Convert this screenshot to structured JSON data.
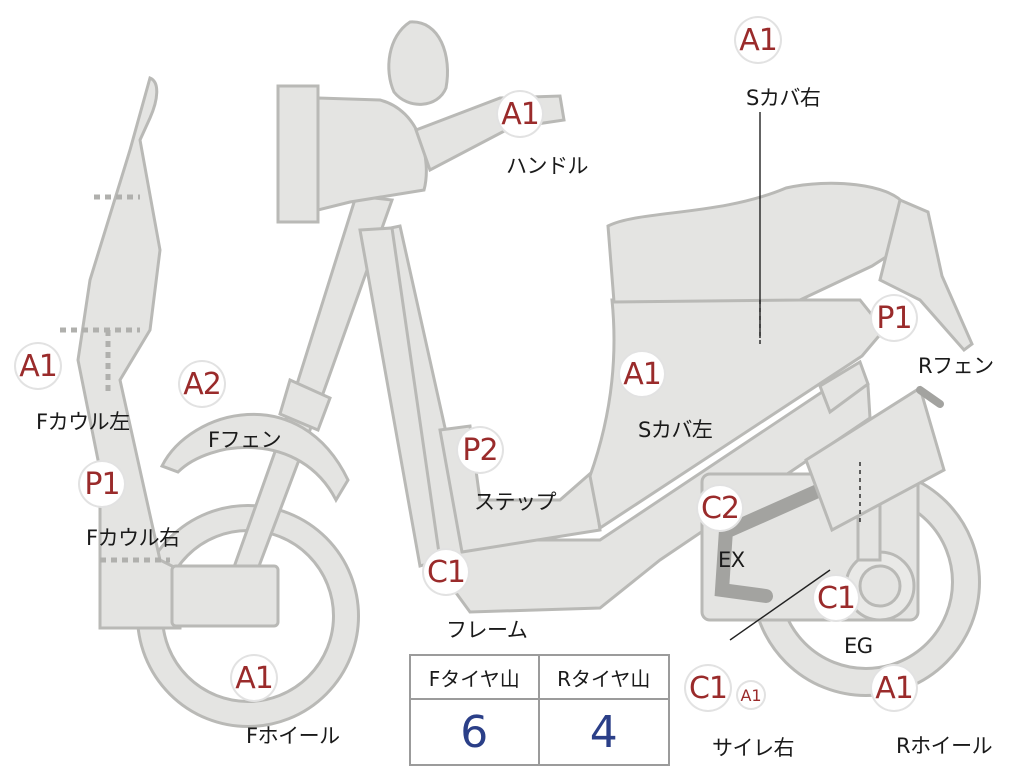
{
  "parts": [
    {
      "id": "f-cowl-left",
      "grade": "A1",
      "label": "Fカウル左"
    },
    {
      "id": "f-cowl-right",
      "grade": "P1",
      "label": "Fカウル右"
    },
    {
      "id": "f-fender",
      "grade": "A2",
      "label": "Fフェン"
    },
    {
      "id": "handle",
      "grade": "A1",
      "label": "ハンドル"
    },
    {
      "id": "s-cover-right",
      "grade": "A1",
      "label": "Sカバ右"
    },
    {
      "id": "s-cover-left",
      "grade": "A1",
      "label": "Sカバ左"
    },
    {
      "id": "step",
      "grade": "P2",
      "label": "ステップ"
    },
    {
      "id": "frame",
      "grade": "C1",
      "label": "フレーム"
    },
    {
      "id": "r-fender",
      "grade": "P1",
      "label": "Rフェン"
    },
    {
      "id": "exhaust",
      "grade": "C2",
      "label": "EX"
    },
    {
      "id": "engine",
      "grade": "C1",
      "label": "EG"
    },
    {
      "id": "f-wheel",
      "grade": "A1",
      "label": "Fホイール"
    },
    {
      "id": "r-wheel",
      "grade": "A1",
      "label": "Rホイール"
    },
    {
      "id": "muffler-right",
      "grade": "C1",
      "grade_extra": "A1",
      "label": "サイレ右"
    }
  ],
  "tread": {
    "front_header": "Fタイヤ山",
    "rear_header": "Rタイヤ山",
    "front_value": "6",
    "rear_value": "4"
  },
  "colors": {
    "part_fill": "#e4e4e2",
    "part_outline": "#b9b9b6",
    "grade_text": "#9a2b2b",
    "tread_value": "#2b3f88"
  }
}
